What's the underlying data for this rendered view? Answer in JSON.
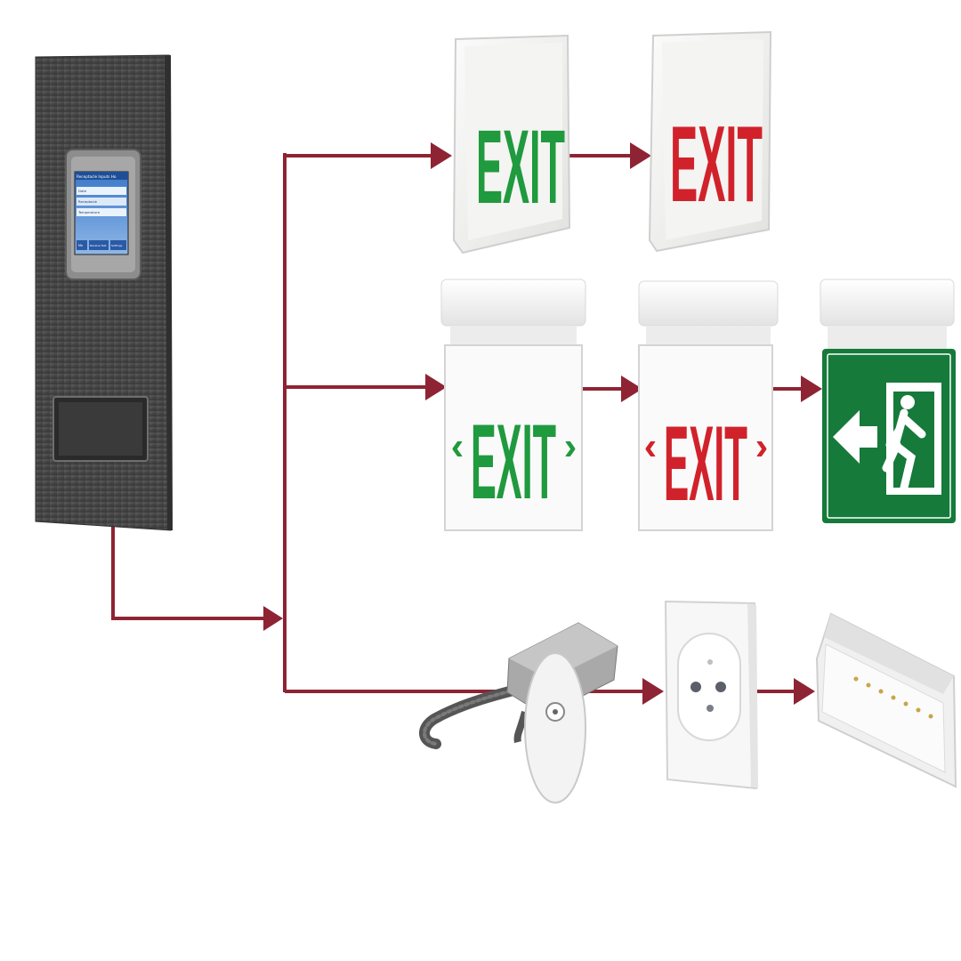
{
  "colors": {
    "connector": "#8e2433",
    "green": "#1f9a3e",
    "green_sign_bg": "#167a3a",
    "red": "#d1222b",
    "panel_metal": "#4c4c4c",
    "housing_white": "#f1f1ef"
  },
  "controller": {
    "icon": "central-battery-controller-icon",
    "screen": {
      "header": "Receptacle  Inputs  Ho",
      "row1_label": "Date",
      "row2_label": "Receptacle",
      "row3_label": "Temperature",
      "btn1": "Mo",
      "btn2": "Receive Test",
      "btn3": "Settings"
    }
  },
  "rows": [
    {
      "devices": [
        {
          "icon": "exit-sign-icon",
          "sign_text": "EXIT",
          "color": "green",
          "style": "wall-mount",
          "arrows": false
        },
        {
          "icon": "exit-sign-icon",
          "sign_text": "EXIT",
          "color": "red",
          "style": "wall-mount",
          "arrows": false
        }
      ]
    },
    {
      "devices": [
        {
          "icon": "edge-lit-exit-sign-icon",
          "sign_text": "EXIT",
          "color": "green",
          "style": "edge-lit",
          "arrows": true
        },
        {
          "icon": "edge-lit-exit-sign-icon",
          "sign_text": "EXIT",
          "color": "red",
          "style": "edge-lit",
          "arrows": true
        },
        {
          "icon": "running-man-exit-sign-icon",
          "sign_text": "",
          "color": "green",
          "style": "pictogram",
          "arrows": false
        }
      ]
    },
    {
      "devices": [
        {
          "icon": "recessed-emergency-light-icon",
          "style": "recessed"
        },
        {
          "icon": "wall-emergency-light-icon",
          "style": "wall-square"
        },
        {
          "icon": "bulkhead-emergency-light-icon",
          "style": "bulkhead"
        }
      ]
    }
  ]
}
